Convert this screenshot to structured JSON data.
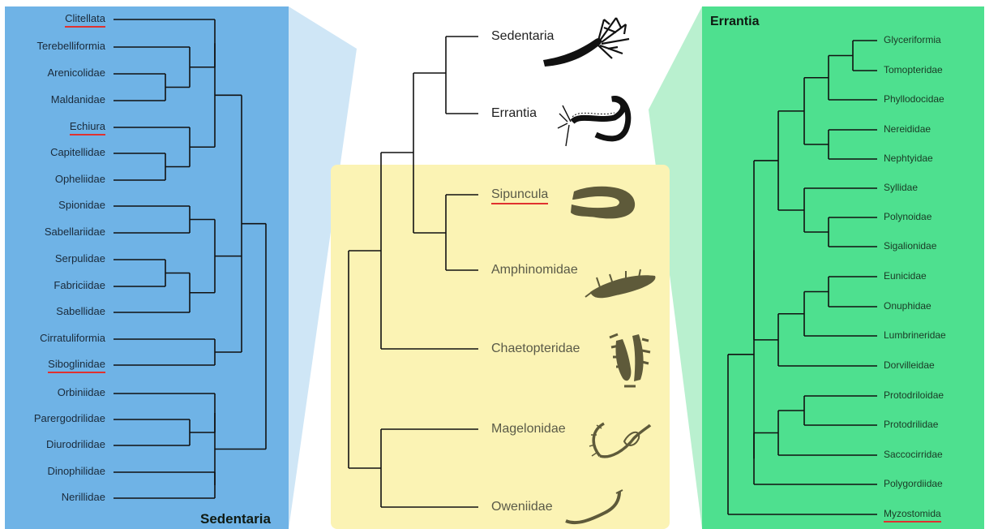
{
  "left_panel": {
    "title": "Sedentaria",
    "color": "#6fb3e6",
    "taxa": [
      {
        "label": "Clitellata",
        "highlight": true
      },
      {
        "label": "Terebelliformia",
        "highlight": false
      },
      {
        "label": "Arenicolidae",
        "highlight": false
      },
      {
        "label": "Maldanidae",
        "highlight": false
      },
      {
        "label": "Echiura",
        "highlight": true
      },
      {
        "label": "Capitellidae",
        "highlight": false
      },
      {
        "label": "Opheliidae",
        "highlight": false
      },
      {
        "label": "Spionidae",
        "highlight": false
      },
      {
        "label": "Sabellariidae",
        "highlight": false
      },
      {
        "label": "Serpulidae",
        "highlight": false
      },
      {
        "label": "Fabriciidae",
        "highlight": false
      },
      {
        "label": "Sabellidae",
        "highlight": false
      },
      {
        "label": "Cirratuliformia",
        "highlight": false
      },
      {
        "label": "Siboglinidae",
        "highlight": true
      },
      {
        "label": "Orbiniidae",
        "highlight": false
      },
      {
        "label": "Parergodrilidae",
        "highlight": false
      },
      {
        "label": "Diurodrilidae",
        "highlight": false
      },
      {
        "label": "Dinophilidae",
        "highlight": false
      },
      {
        "label": "Nerillidae",
        "highlight": false
      }
    ]
  },
  "middle_panel": {
    "highlight_color": "#fbf3b4",
    "taxa": [
      {
        "label": "Sedentaria",
        "highlight": false,
        "style": "dark",
        "icon": "sedentaria-silhouette-icon"
      },
      {
        "label": "Errantia",
        "highlight": false,
        "style": "dark",
        "icon": "errantia-silhouette-icon"
      },
      {
        "label": "Sipuncula",
        "highlight": true,
        "style": "faded",
        "icon": "sipuncula-silhouette-icon"
      },
      {
        "label": "Amphinomidae",
        "highlight": false,
        "style": "faded",
        "icon": "amphinomidae-silhouette-icon"
      },
      {
        "label": "Chaetopteridae",
        "highlight": false,
        "style": "faded",
        "icon": "chaetopteridae-silhouette-icon"
      },
      {
        "label": "Magelonidae",
        "highlight": false,
        "style": "faded",
        "icon": "magelonidae-silhouette-icon"
      },
      {
        "label": "Oweniidae",
        "highlight": false,
        "style": "faded",
        "icon": "oweniidae-silhouette-icon"
      }
    ]
  },
  "right_panel": {
    "title": "Errantia",
    "color": "#4ee08f",
    "taxa": [
      {
        "label": "Glyceriformia",
        "highlight": false
      },
      {
        "label": "Tomopteridae",
        "highlight": false
      },
      {
        "label": "Phyllodocidae",
        "highlight": false
      },
      {
        "label": "Nereididae",
        "highlight": false
      },
      {
        "label": "Nephtyidae",
        "highlight": false
      },
      {
        "label": "Syllidae",
        "highlight": false
      },
      {
        "label": "Polynoidae",
        "highlight": false
      },
      {
        "label": "Sigalionidae",
        "highlight": false
      },
      {
        "label": "Eunicidae",
        "highlight": false
      },
      {
        "label": "Onuphidae",
        "highlight": false
      },
      {
        "label": "Lumbrineridae",
        "highlight": false
      },
      {
        "label": "Dorvilleidae",
        "highlight": false
      },
      {
        "label": "Protodriloidae",
        "highlight": false
      },
      {
        "label": "Protodrilidae",
        "highlight": false
      },
      {
        "label": "Saccocirridae",
        "highlight": false
      },
      {
        "label": "Polygordiidae",
        "highlight": false
      },
      {
        "label": "Myzostomida",
        "highlight": true
      }
    ]
  },
  "colors": {
    "underline": "#e0312f",
    "branch": "#111111",
    "silhouette_dark": "#111111",
    "silhouette_olive": "#5e5a3a"
  }
}
